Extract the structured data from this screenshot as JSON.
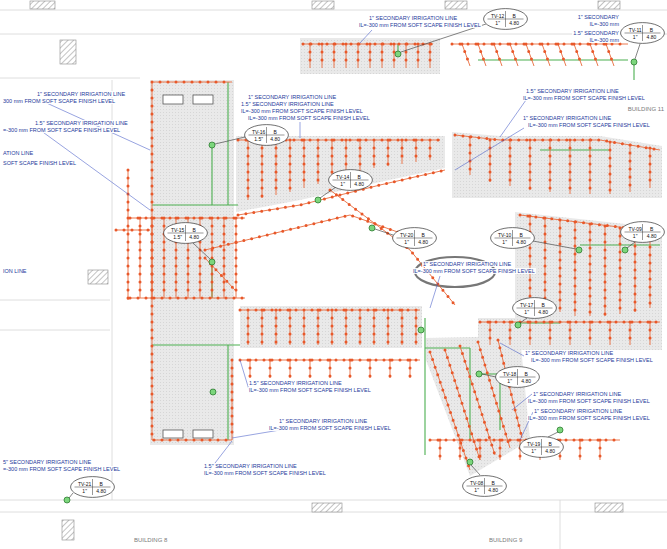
{
  "diagram": {
    "nodes": [
      {
        "text": [
          "TV-12",
          "B",
          "1\"",
          "4.80"
        ]
      },
      {
        "text": [
          "TV-11",
          "B",
          "1\"",
          "4.80"
        ]
      },
      {
        "text": [
          "TV-16",
          "B",
          "1.5\"",
          "4.80"
        ]
      },
      {
        "text": [
          "TV-14",
          "B",
          "1\"",
          "4.80"
        ]
      },
      {
        "text": [
          "TV-15",
          "B",
          "1.5\"",
          "4.80"
        ]
      },
      {
        "text": [
          "TV-20",
          "B",
          "1\"",
          "4.80"
        ]
      },
      {
        "text": [
          "TV-10",
          "B",
          "1\"",
          "4.80"
        ]
      },
      {
        "text": [
          "TV-09",
          "B",
          "1\"",
          "4.80"
        ]
      },
      {
        "text": [
          "TV-17",
          "B",
          "1\"",
          "4.80"
        ]
      },
      {
        "text": [
          "TV-18",
          "B",
          "1\"",
          "4.80"
        ]
      },
      {
        "text": [
          "TV-19",
          "B",
          "1\"",
          "4.80"
        ]
      },
      {
        "text": [
          "TV-21",
          "B",
          "1\"",
          "4.80"
        ]
      },
      {
        "text": [
          "TV-08",
          "B",
          "1\"",
          "4.80"
        ]
      }
    ],
    "labels": [
      "1\" SECONDARY IRRIGATION LINE",
      "IL=-300 mm FROM SOFT SCAPE FINISH LEVEL",
      "1\" SECONDARY",
      "IL=-300 mm",
      "1.5\" SECONDARY",
      "IL=-300 mm",
      "1\" SECONDARY IRRIGATION LINE",
      "300 mm FROM SOFT SCAPE FINISH LEVEL",
      "1.5\" SECONDARY IRRIGATION LINE",
      "=-300 mm FROM SOFT SCAPE FINISH LEVEL",
      "ATION LINE",
      "SOFT SCAPE FINISH LEVEL",
      "1\" SECONDARY IRRIGATION LINE",
      "1.5\" SECONDARY IRRIGATION LINE",
      "IL=-300 mm FROM SOFT SCAPE FINISH LEVEL",
      "IL=-300 mm FROM SOFT SCAPE FINISH LEVEL",
      "1.5\" SECONDARY IRRIGATION LINE",
      "IL=-300 mm FROM SOFT SCAPE FINISH LEVEL",
      "BUILDING 11",
      "1\" SECONDARY IRRIGATION LINE",
      "IL=-300 mm FROM SOFT SCAPE FINISH LEVEL",
      "ION LINE",
      "1\" SECONDARY IRRIGATION LINE",
      "IL=-300 mm FROM SOFT SCAPE FINISH LEVEL",
      "1\" SECONDARY IRRIGATION LINE",
      "IL=-300 mm FROM SOFT SCAPE FINISH LEVEL",
      "1\" SECONDARY IRRIGATION LINE",
      "IL=-300 mm FROM SOFT SCAPE FINISH LEVEL",
      "1\" SECONDARY IRRIGATION LINE",
      "IL=-300 mm FROM SOFT SCAPE FINISH LEVEL",
      "1.5\" SECONDARY IRRIGATION LINE",
      "IL=-300 mm FROM SOFT SCAPE FINISH LEVEL",
      "1\" SECONDARY IRRIGATION LINE",
      "IL=-300 mm FROM SOFT SCAPE FINISH LEVEL",
      "5\" SECONDARY IRRIGATION LINE",
      "=-300 mm FROM SOFT SCAPE FINISH LEVEL",
      "1.5\" SECONDARY IRRIGATION LINE",
      "IL=-300 mm FROM SOFT SCAPE FINISH LEVEL",
      "BUILDING 8",
      "BUILDING 9"
    ]
  }
}
